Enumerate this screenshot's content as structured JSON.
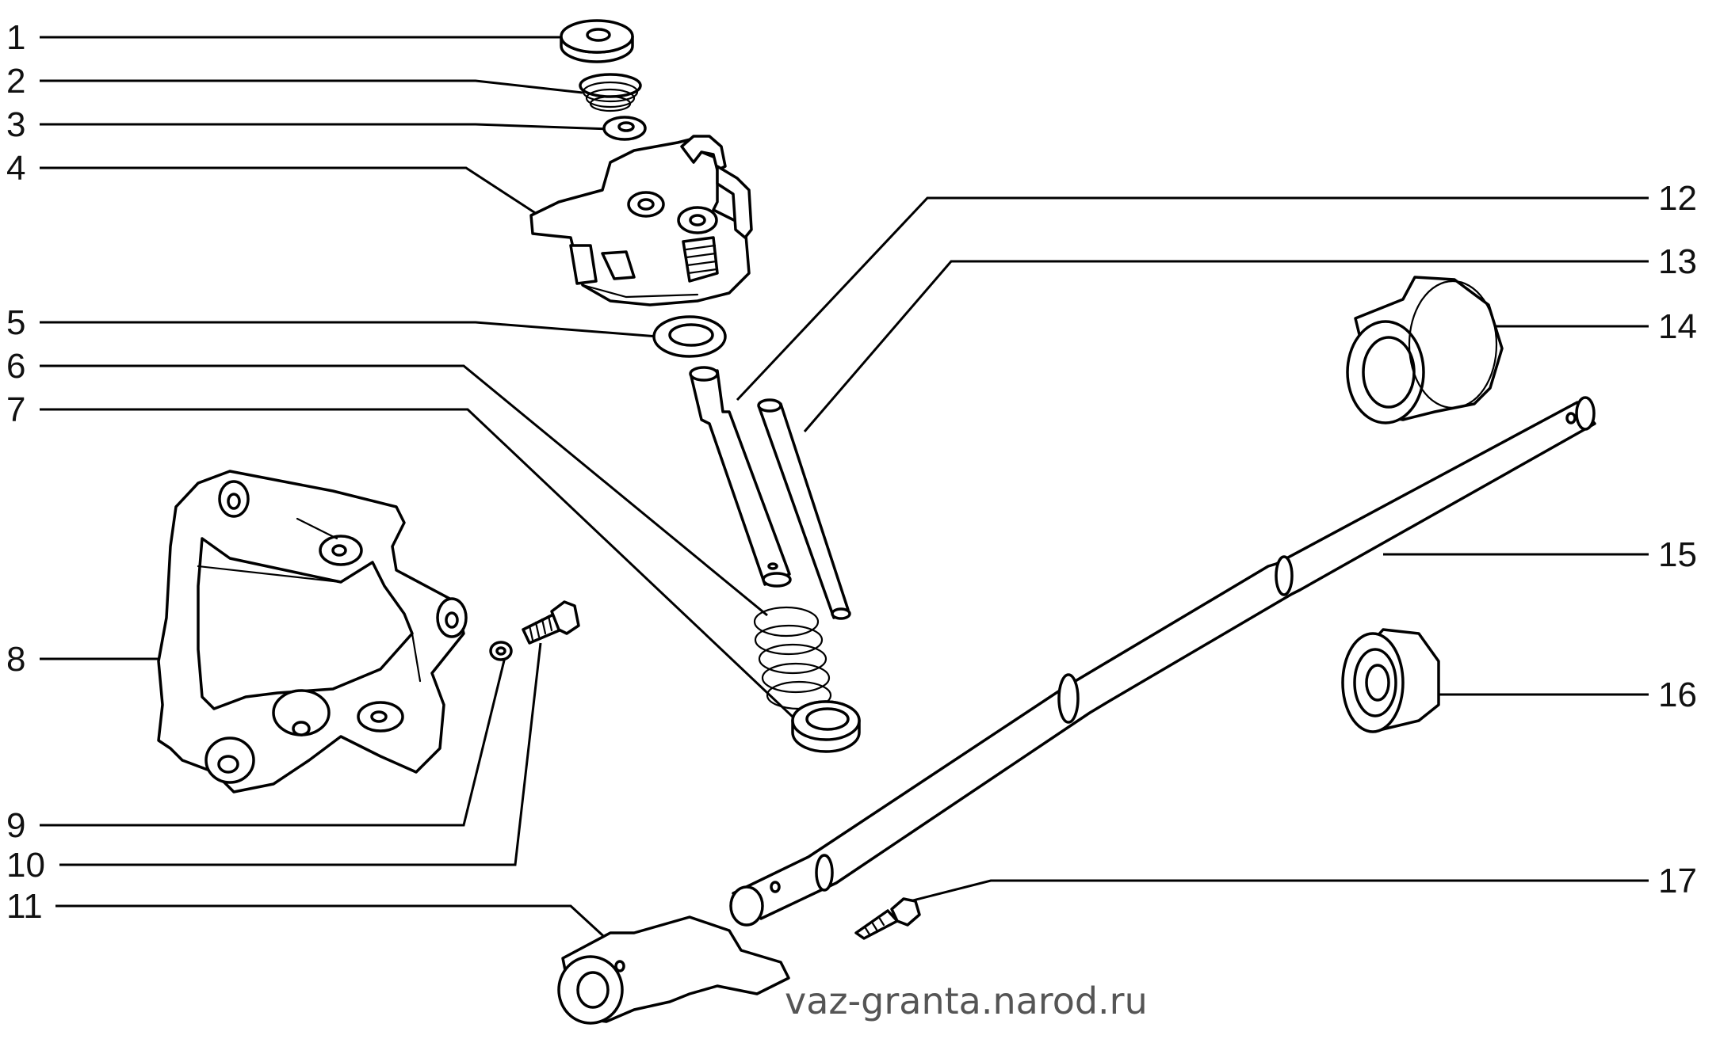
{
  "diagram": {
    "callouts": [
      {
        "number": "1"
      },
      {
        "number": "2"
      },
      {
        "number": "3"
      },
      {
        "number": "4"
      },
      {
        "number": "5"
      },
      {
        "number": "6"
      },
      {
        "number": "7"
      },
      {
        "number": "8"
      },
      {
        "number": "9"
      },
      {
        "number": "10"
      },
      {
        "number": "11"
      },
      {
        "number": "12"
      },
      {
        "number": "13"
      },
      {
        "number": "14"
      },
      {
        "number": "15"
      },
      {
        "number": "16"
      },
      {
        "number": "17"
      }
    ],
    "watermark": "vaz-granta.narod.ru"
  }
}
